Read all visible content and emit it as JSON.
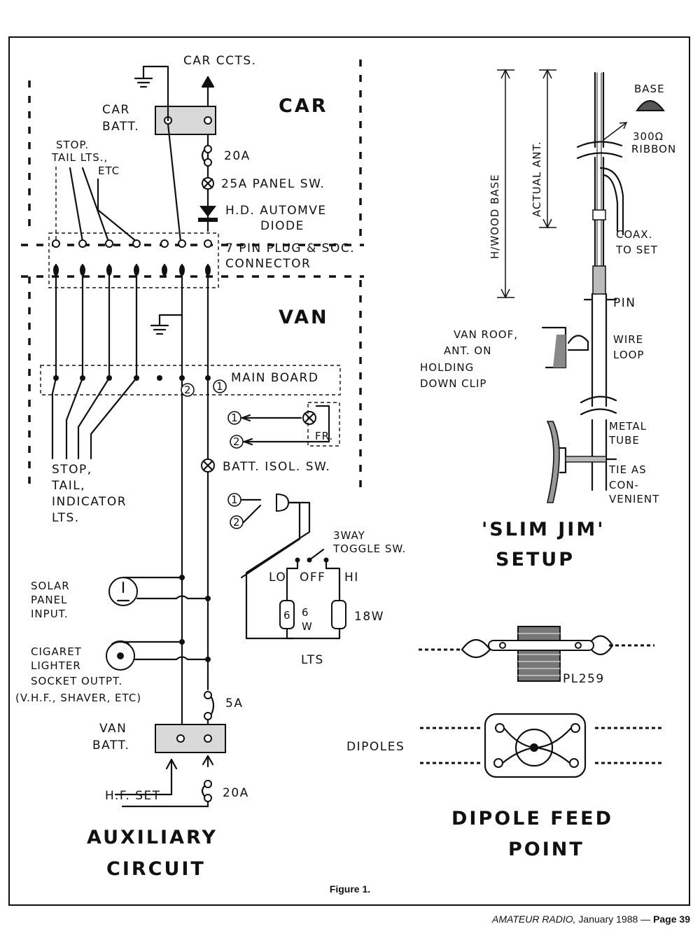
{
  "figure_caption": "Figure 1.",
  "footer": {
    "publication": "AMATEUR RADIO,",
    "date": " January 1988 — ",
    "page": "Page 39"
  },
  "aux": {
    "car_ccts": "CAR CCTS.",
    "car": "CAR",
    "car_batt_1": "CAR",
    "car_batt_2": "BATT.",
    "stop_1": "STOP.",
    "stop_2": "TAIL LTS.,",
    "stop_3": "ETC",
    "fuse_20a": "20A",
    "panel_sw": "25A PANEL SW.",
    "diode_1": "H.D. AUTOMVE",
    "diode_2": "DIODE",
    "plug_1": "7 PIN PLUG & SOC.",
    "plug_2": "CONNECTOR",
    "van": "VAN",
    "main_board": "MAIN BOARD",
    "n1": "1",
    "n2": "2",
    "fr": "FR.",
    "batt_isol": "BATT. ISOL. SW.",
    "tail_1": "STOP,",
    "tail_2": "TAIL,",
    "tail_3": "INDICATOR",
    "tail_4": "LTS.",
    "toggle_1": "3WAY",
    "toggle_2": "TOGGLE SW.",
    "lo": "LO",
    "off": "OFF",
    "hi": "HI",
    "w6_a": "6",
    "w6_b": "W",
    "w18": "18W",
    "lts": "LTS",
    "solar_1": "SOLAR",
    "solar_2": "PANEL",
    "solar_3": "INPUT.",
    "cig_1": "CIGARET",
    "cig_2": "LIGHTER",
    "cig_3": "SOCKET OUTPT.",
    "cig_4": "(V.H.F., SHAVER, ETC)",
    "fuse_5a": "5A",
    "van_batt_1": "VAN",
    "van_batt_2": "BATT.",
    "hf_set": "H.F. SET",
    "fuse_20a_b": "20A",
    "title_1": "AUXILIARY",
    "title_2": "CIRCUIT"
  },
  "slimjim": {
    "base": "BASE",
    "ribbon_1": "300Ω",
    "ribbon_2": "RIBBON",
    "h_wood": "H/WOOD BASE",
    "actual": "ACTUAL ANT.",
    "coax_1": "COAX.",
    "coax_2": "TO SET",
    "pin": "PIN",
    "roof_1": "VAN ROOF,",
    "roof_2": "ANT. ON",
    "roof_3": "HOLDING",
    "roof_4": "DOWN CLIP",
    "wire_1": "WIRE",
    "wire_2": "LOOP",
    "metal_1": "METAL",
    "metal_2": "TUBE",
    "tie_1": "TIE AS",
    "tie_2": "CON-",
    "tie_3": "VENIENT",
    "title_1": "'SLIM JIM'",
    "title_2": "SETUP"
  },
  "dipole": {
    "pl259": "PL259",
    "dipoles": "DIPOLES",
    "title_1": "DIPOLE FEED",
    "title_2": "POINT"
  }
}
